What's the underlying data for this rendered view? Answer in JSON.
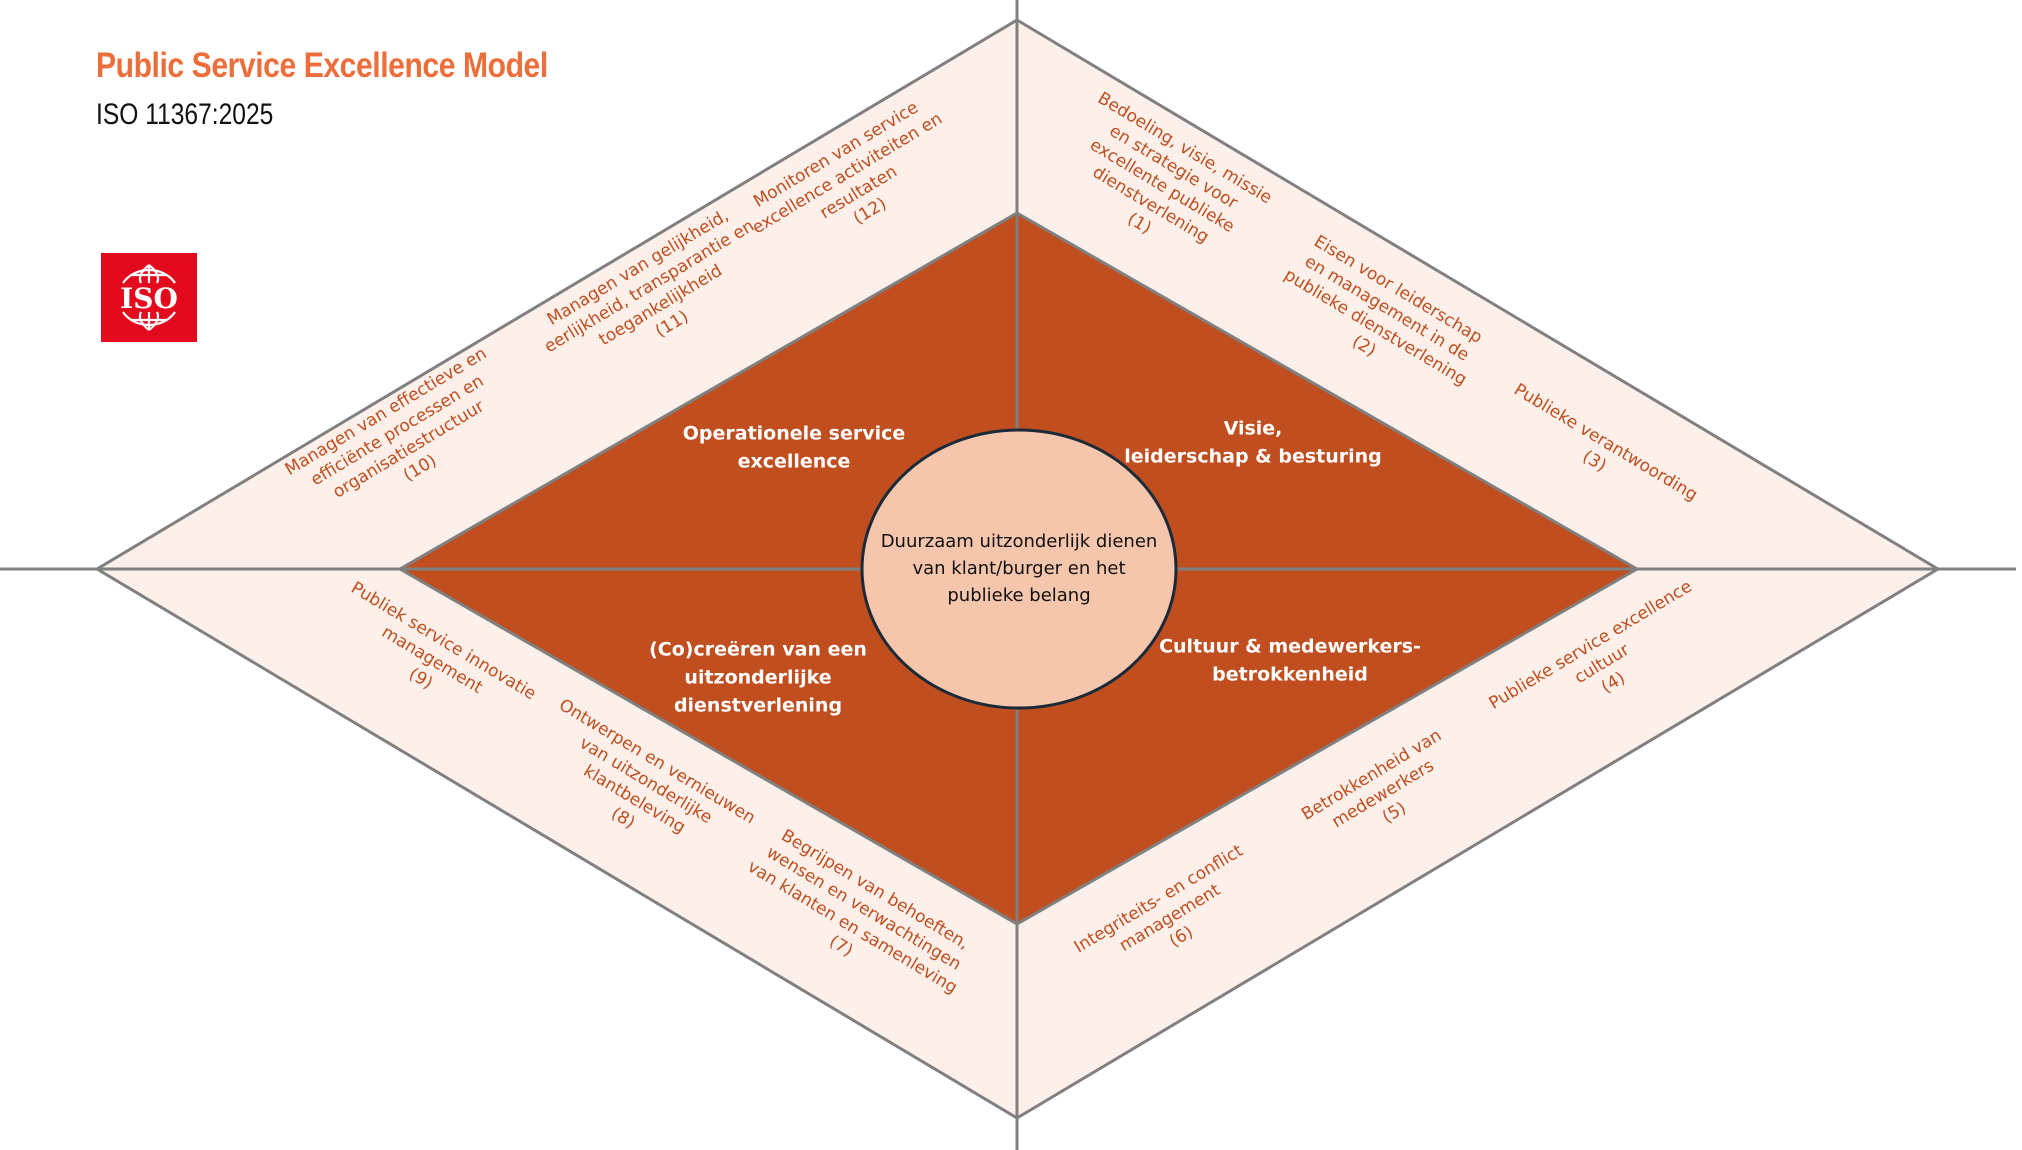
{
  "header": {
    "title": "Public Service Excellence Model",
    "subtitle": "ISO 11367:2025",
    "logo_text": "ISO"
  },
  "colors": {
    "title": "#EC6F3B",
    "outer_fill": "#FDF0EA",
    "inner_fill": "#C04E1F",
    "center_fill": "#F5C5AC",
    "center_stroke": "#1B2A38",
    "line": "#808080",
    "outer_text": "#C04E1F",
    "logo_red": "#E30A1E"
  },
  "center": {
    "lines": [
      "Duurzaam uitzonderlijk dienen",
      "van klant/burger en het",
      "publieke belang"
    ]
  },
  "quadrants": [
    {
      "id": "top-right",
      "lines": [
        "Visie,",
        "leiderschap & besturing"
      ]
    },
    {
      "id": "bottom-right",
      "lines": [
        "Cultuur & medewerkers-",
        "betrokkenheid"
      ]
    },
    {
      "id": "bottom-left",
      "lines": [
        "(Co)creëren van een",
        "uitzonderlijke",
        "dienstverlening"
      ]
    },
    {
      "id": "top-left",
      "lines": [
        "Operationele service",
        "excellence"
      ]
    }
  ],
  "elements": [
    {
      "number": "(1)",
      "lines": [
        "Bedoeling, visie, missie",
        "en strategie voor",
        "excellente publieke",
        "dienstverlening"
      ]
    },
    {
      "number": "(2)",
      "lines": [
        "Eisen voor leiderschap",
        "en management in de",
        "publieke dienstverlening"
      ]
    },
    {
      "number": "(3)",
      "lines": [
        "Publieke verantwoording"
      ]
    },
    {
      "number": "(4)",
      "lines": [
        "Publieke service excellence",
        "cultuur"
      ]
    },
    {
      "number": "(5)",
      "lines": [
        "Betrokkenheid van",
        "medewerkers"
      ]
    },
    {
      "number": "(6)",
      "lines": [
        "Integriteits- en conflict",
        "management"
      ]
    },
    {
      "number": "(7)",
      "lines": [
        "Begrijpen van behoeften,",
        "wensen en verwachtingen",
        "van klanten en samenleving"
      ]
    },
    {
      "number": "(8)",
      "lines": [
        "Ontwerpen en vernieuwen",
        "van uitzonderlijke",
        "klantbeleving"
      ]
    },
    {
      "number": "(9)",
      "lines": [
        "Publiek service innovatie",
        "management"
      ]
    },
    {
      "number": "(10)",
      "lines": [
        "Managen van effectieve en",
        "efficiënte processen en",
        "organisatiestructuur"
      ]
    },
    {
      "number": "(11)",
      "lines": [
        "Managen van gelijkheid,",
        "eerlijkheid, transparantie en",
        "toegankelijkheid"
      ]
    },
    {
      "number": "(12)",
      "lines": [
        "Monitoren van service",
        "excellence activiteiten en",
        "resultaten"
      ]
    }
  ]
}
